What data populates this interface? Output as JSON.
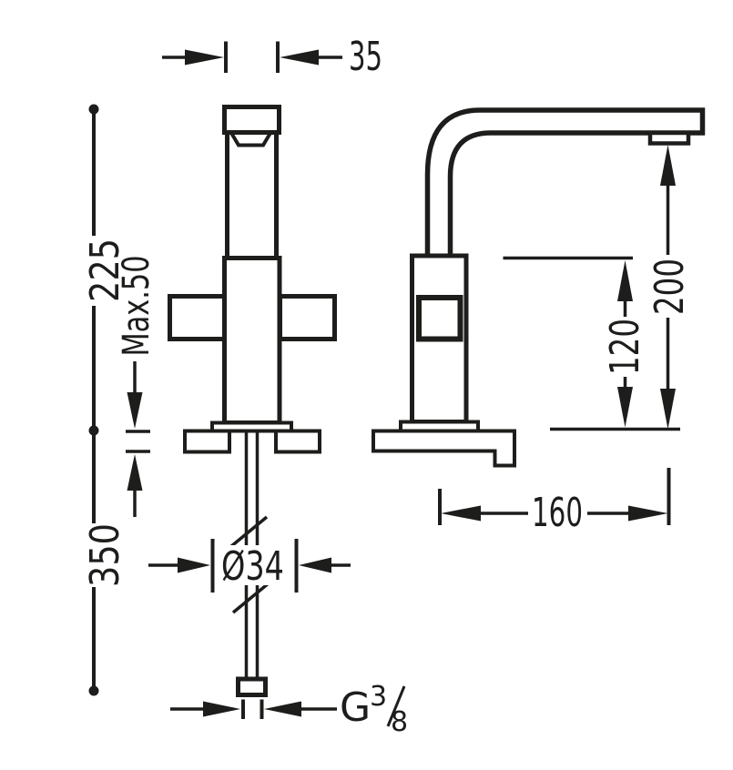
{
  "drawing": {
    "type": "technical-dimension-diagram",
    "subject": "two-view deck-mounted basin faucet with cross handle",
    "colors": {
      "line": "#1d1d1b",
      "background": "#ffffff"
    },
    "dimensions": {
      "spout_width": "35",
      "height_above_deck": "225",
      "max_deck_thickness": "Max.50",
      "hose_length": "350",
      "base_diameter": "Ø34",
      "spout_reach": "160",
      "spout_underside_height": "120",
      "outlet_height": "200",
      "thread": {
        "prefix": "G",
        "numerator": "3",
        "denominator": "8"
      }
    }
  }
}
